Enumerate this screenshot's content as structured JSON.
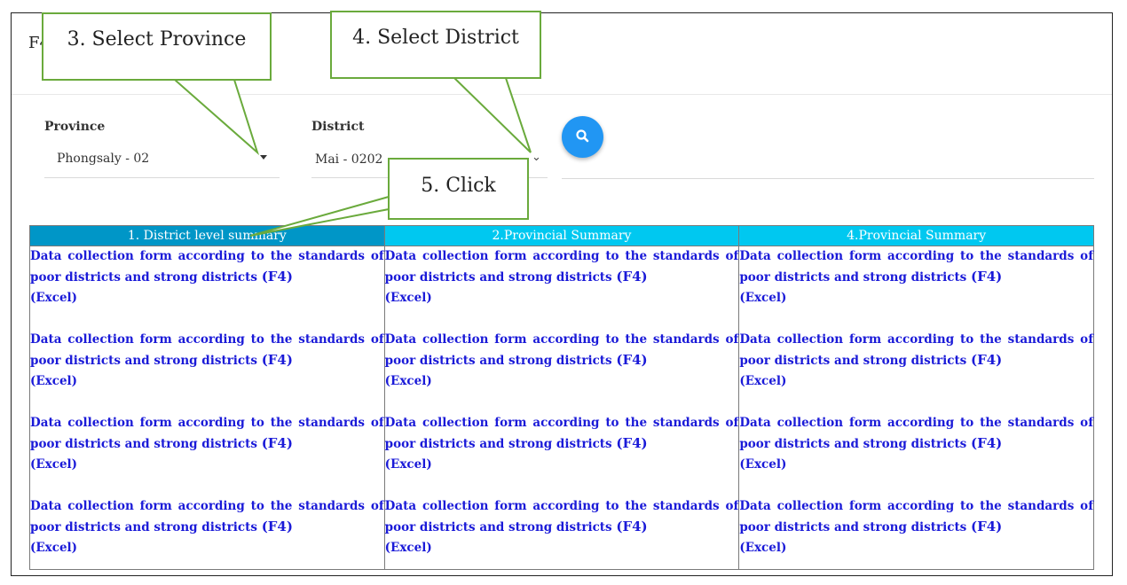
{
  "page": {
    "title_fragment": "F4"
  },
  "filters": {
    "province": {
      "label": "Province",
      "value": "Phongsaly - 02"
    },
    "district": {
      "label": "District",
      "value": "Mai - 0202"
    },
    "search_icon": "search-icon"
  },
  "annotations": {
    "step3": "3. Select Province",
    "step4": "4. Select District",
    "step5": "5. Click"
  },
  "table": {
    "headers": [
      "1. District level summary",
      "2.Provincial Summary",
      "4.Provincial Summary"
    ],
    "link_text": "Data collection form according to the standards of poor districts and strong districts",
    "link_code": "(F4)",
    "excel_label": "(Excel)",
    "rows": 4
  },
  "colors": {
    "header_primary": "#0096c7",
    "header_secondary": "#00c8f0",
    "link": "#1a1ad8",
    "button": "#2196f3",
    "callout_border": "#6aaa3c"
  }
}
